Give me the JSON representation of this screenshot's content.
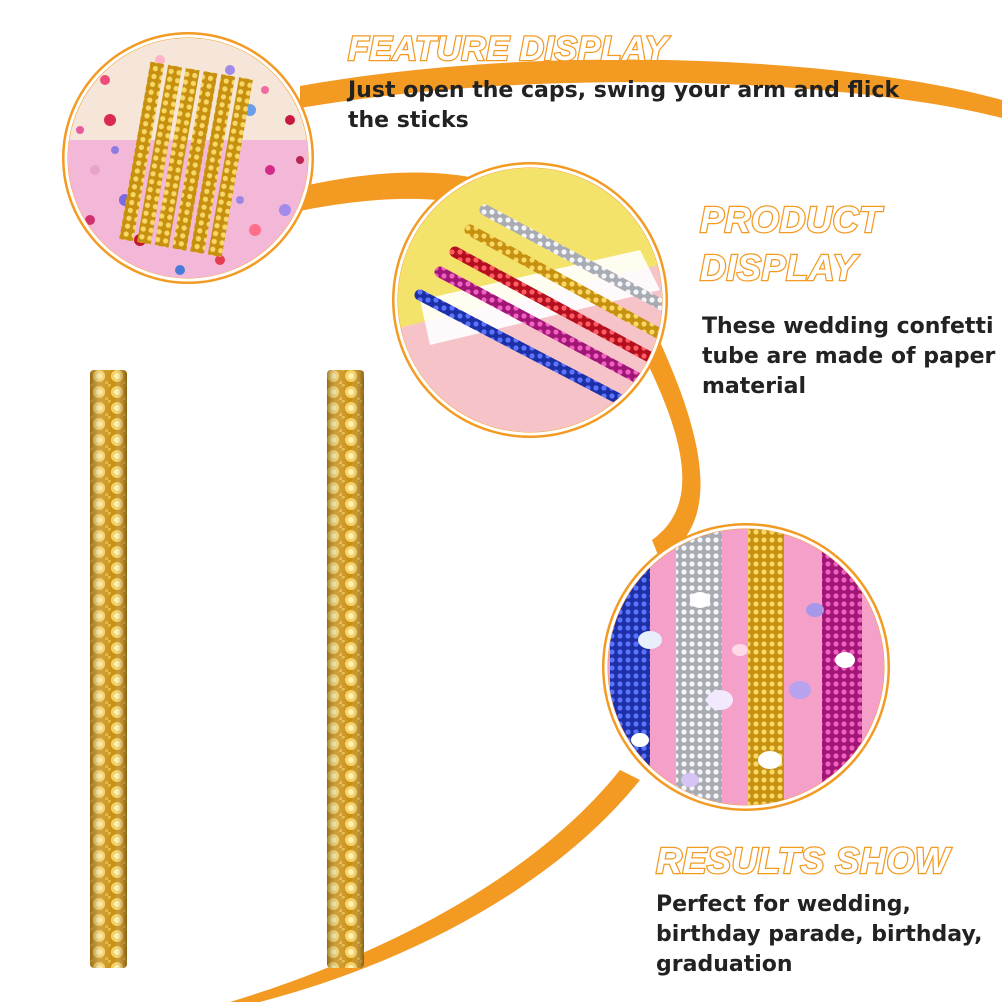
{
  "colors": {
    "accent": "#f39a23",
    "heading_fill": "#ffffff",
    "text": "#222222",
    "gold": "#d9a21c"
  },
  "sections": {
    "feature": {
      "title": "FEATURE DISPLAY",
      "text": "Just open the caps, swing your arm and flick the sticks"
    },
    "product": {
      "title": "PRODUCT DISPLAY",
      "text": "These wedding confetti tube are made of paper material"
    },
    "results": {
      "title": "RESULTS SHOW",
      "text": "Perfect for wedding, birthday parade, birthday, graduation"
    }
  }
}
